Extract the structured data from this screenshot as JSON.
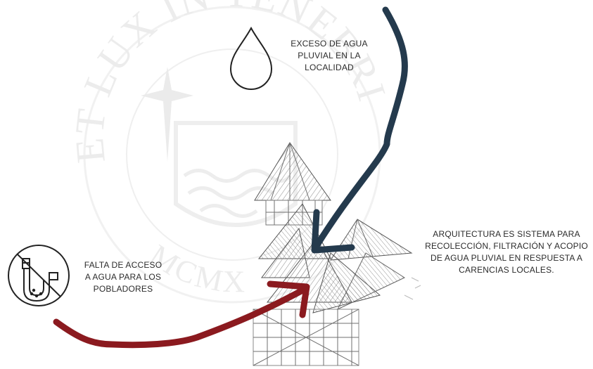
{
  "watermark": {
    "motto_top": "ET LUX IN TENEBRIS LUCET",
    "motto_bottom": "MCMXVII"
  },
  "captions": {
    "rain_excess": [
      "EXCESO DE AGUA",
      "PLUVIAL EN LA",
      "LOCALIDAD"
    ],
    "water_access": [
      "FALTA DE ACCESO",
      "A AGUA PARA LOS",
      "POBLADORES"
    ],
    "architecture": [
      "ARQUITECTURA ES SISTEMA PARA",
      "RECOLECCIÓN, FILTRACIÓN Y ACOPIO",
      "DE AGUA PLUVIAL EN RESPUESTA A",
      "CARENCIAS LOCALES."
    ]
  },
  "icons": {
    "drop": "water-drop-icon",
    "pipe": "no-water-pipe-icon"
  },
  "colors": {
    "rain_arrow": "#243a4d",
    "need_arrow": "#8b1a1f",
    "watermark": "#ececec",
    "sketch": "#7a7a7a",
    "text": "#2b2b2b"
  }
}
